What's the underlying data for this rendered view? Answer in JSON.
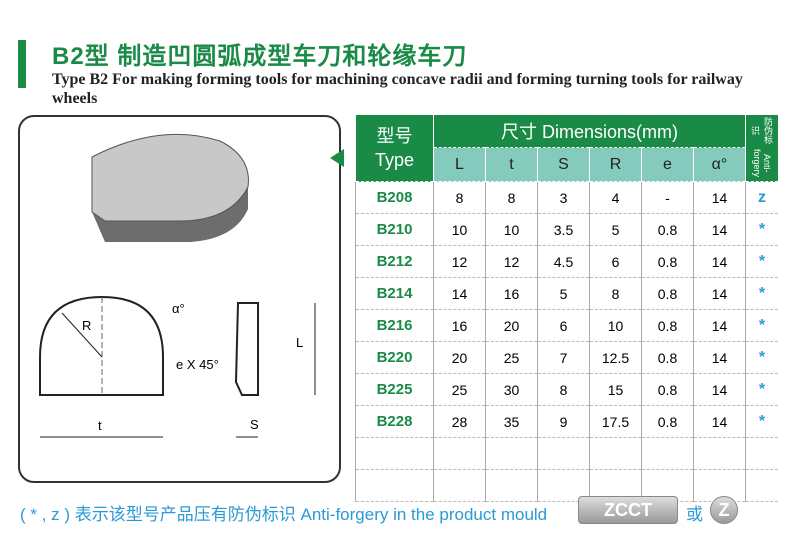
{
  "title_cn": "B2型  制造凹圆弧成型车刀和轮缘车刀",
  "title_en": "Type B2 For making forming tools for machining concave radii and forming turning tools for railway wheels",
  "table": {
    "type_cn": "型号",
    "type_en": "Type",
    "dims": "尺寸  Dimensions(mm)",
    "anti_cn": "防伪标识",
    "anti_en": "Anti-forgery",
    "cols": [
      "L",
      "t",
      "S",
      "R",
      "e",
      "α°"
    ],
    "rows": [
      [
        "B208",
        "8",
        "8",
        "3",
        "4",
        "-",
        "14",
        "z"
      ],
      [
        "B210",
        "10",
        "10",
        "3.5",
        "5",
        "0.8",
        "14",
        "*"
      ],
      [
        "B212",
        "12",
        "12",
        "4.5",
        "6",
        "0.8",
        "14",
        "*"
      ],
      [
        "B214",
        "14",
        "16",
        "5",
        "8",
        "0.8",
        "14",
        "*"
      ],
      [
        "B216",
        "16",
        "20",
        "6",
        "10",
        "0.8",
        "14",
        "*"
      ],
      [
        "B220",
        "20",
        "25",
        "7",
        "12.5",
        "0.8",
        "14",
        "*"
      ],
      [
        "B225",
        "25",
        "30",
        "8",
        "15",
        "0.8",
        "14",
        "*"
      ],
      [
        "B228",
        "28",
        "35",
        "9",
        "17.5",
        "0.8",
        "14",
        "*"
      ]
    ]
  },
  "drawing": {
    "R": "R",
    "t": "t",
    "L": "L",
    "S": "S",
    "alpha": "α°",
    "e": "e X 45°"
  },
  "footer": {
    "note": "( * , z ) 表示该型号产品压有防伪标识 Anti-forgery in the product mould",
    "logo": "ZCCT",
    "or": "或",
    "logo2": "Z"
  }
}
